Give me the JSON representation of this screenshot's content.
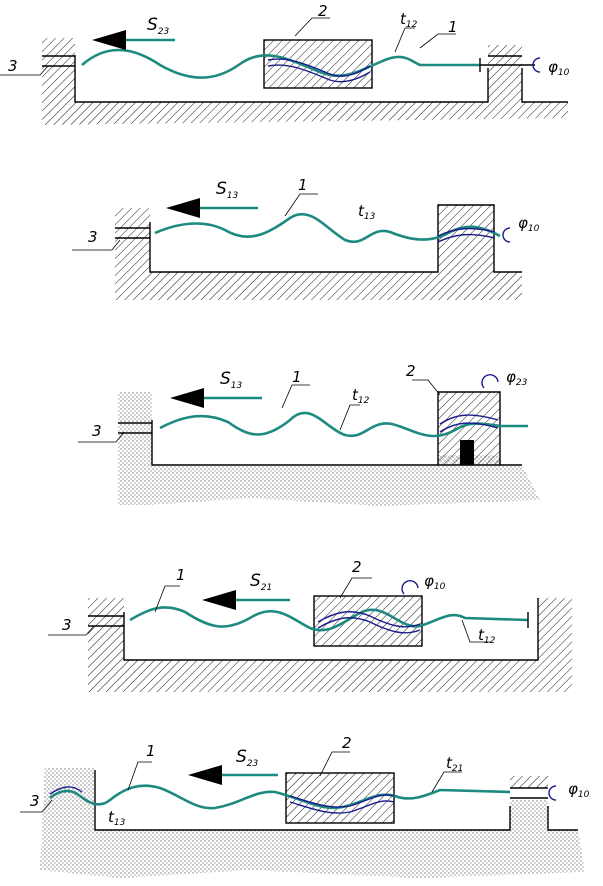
{
  "panels": [
    {
      "id": "p1",
      "arrow": {
        "letter": "S",
        "sub": "23"
      },
      "labels": [
        {
          "text": "3"
        },
        {
          "text": "2"
        },
        {
          "text": "1"
        },
        {
          "text": "t",
          "sub": "12"
        },
        {
          "text": "φ",
          "sub": "10"
        }
      ]
    },
    {
      "id": "p2",
      "arrow": {
        "letter": "S",
        "sub": "13"
      },
      "labels": [
        {
          "text": "3"
        },
        {
          "text": "1"
        },
        {
          "text": "t",
          "sub": "13"
        },
        {
          "text": "φ",
          "sub": "10"
        }
      ]
    },
    {
      "id": "p3",
      "arrow": {
        "letter": "S",
        "sub": "13"
      },
      "labels": [
        {
          "text": "3"
        },
        {
          "text": "1"
        },
        {
          "text": "t",
          "sub": "12"
        },
        {
          "text": "2"
        },
        {
          "text": "φ",
          "sub": "23"
        }
      ]
    },
    {
      "id": "p4",
      "arrow": {
        "letter": "S",
        "sub": "21"
      },
      "labels": [
        {
          "text": "3"
        },
        {
          "text": "1"
        },
        {
          "text": "2"
        },
        {
          "text": "φ",
          "sub": "10"
        },
        {
          "text": "t",
          "sub": "12"
        }
      ]
    },
    {
      "id": "p5",
      "arrow": {
        "letter": "S",
        "sub": "23"
      },
      "labels": [
        {
          "text": "3"
        },
        {
          "text": "1"
        },
        {
          "text": "t",
          "sub": "13"
        },
        {
          "text": "2"
        },
        {
          "text": "t",
          "sub": "21"
        },
        {
          "text": "φ",
          "sub": "10"
        }
      ]
    }
  ]
}
